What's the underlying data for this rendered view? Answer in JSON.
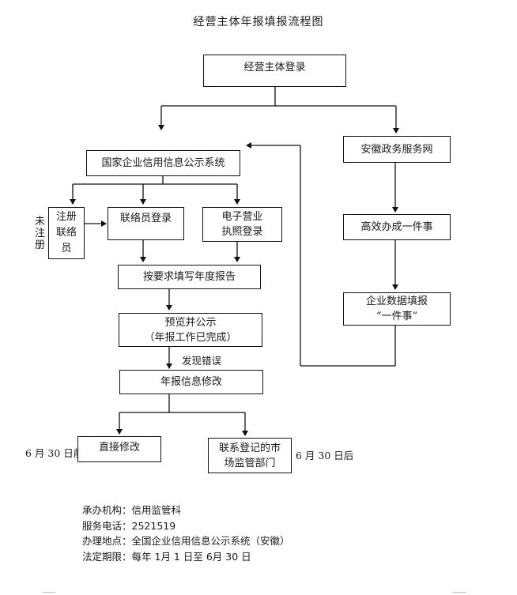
{
  "title": "经营主体年报填报流程图",
  "nodes": {
    "login": "经营主体登录",
    "gsxt": "国家企业信用信息公示系统",
    "register_liaison": "注册\n联络\n员",
    "liaison_login": "联络员登录",
    "e_license_login": "电子营业\n执照登录",
    "fill_report": "按要求填写年度报告",
    "preview_publish": "预览并公示\n（年报工作已完成）",
    "report_modify": "年报信息修改",
    "direct_modify": "直接修改",
    "contact_market": "联系登记的市\n场监管部门",
    "anhui_gov": "安徽政务服务网",
    "one_thing": "高效办成一件事",
    "enterprise_data": "企业数据填报\n“一件事”"
  },
  "labels": {
    "unregistered": "未注册",
    "found_error": "发现错误",
    "before_date": "6 月 30 日前",
    "after_date": "6 月 30 日后"
  },
  "info": [
    {
      "key": "承办机构：",
      "value": "信用监管科"
    },
    {
      "key": "服务电话：",
      "value": "2521519"
    },
    {
      "key": "办理地点：",
      "value": "全国企业信用信息公示系统（安徽）"
    },
    {
      "key": "法定期限：",
      "value": "每年 1月 1 日至 6月 30 日"
    }
  ]
}
